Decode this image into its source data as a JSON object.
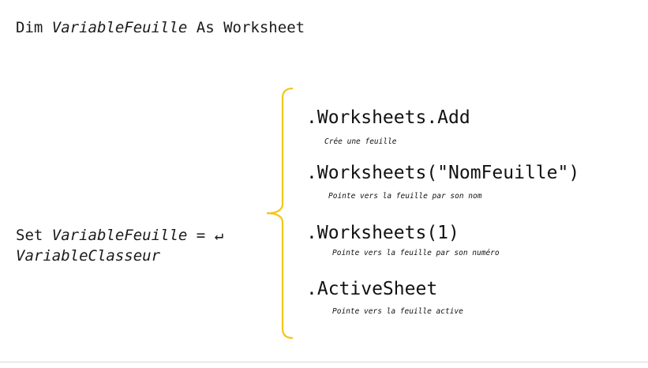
{
  "dim": {
    "keyword": "Dim ",
    "variable": "VariableFeuille",
    "rest": " As Worksheet"
  },
  "set": {
    "keyword": "Set ",
    "variable": "VariableFeuille",
    "operator": " = ↵",
    "workbook_variable": "VariableClasseur"
  },
  "brace_color": "#f5c518",
  "options": [
    {
      "code": ".Worksheets.Add",
      "description": "Crée une feuille"
    },
    {
      "code": ".Worksheets(\"NomFeuille\")",
      "description": "Pointe vers la feuille par son nom"
    },
    {
      "code": ".Worksheets(1)",
      "description": "Pointe vers la feuille par son numéro"
    },
    {
      "code": ".ActiveSheet",
      "description": "Pointe vers la feuille active"
    }
  ]
}
